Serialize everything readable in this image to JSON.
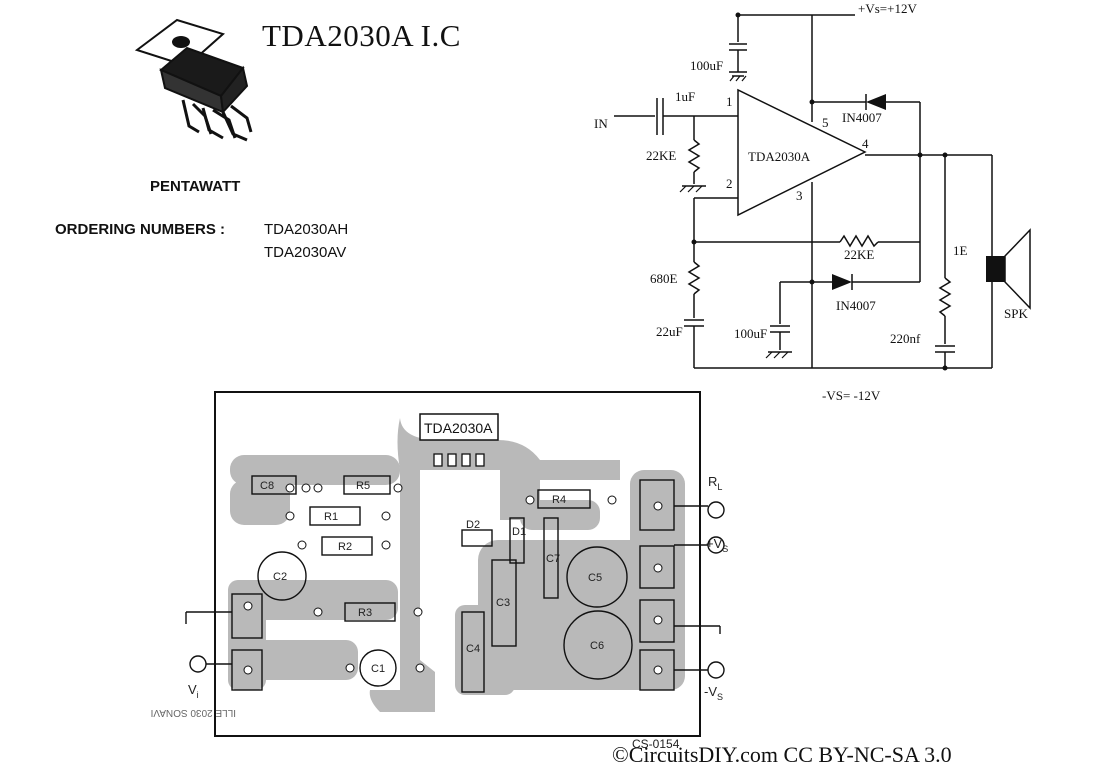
{
  "header": {
    "title": "TDA2030A I.C",
    "package_label": "PENTAWATT",
    "ordering_label": "ORDERING NUMBERS :",
    "ordering_numbers": [
      "TDA2030AH",
      "TDA2030AV"
    ]
  },
  "schematic": {
    "supply_pos": "+Vs=+12V",
    "supply_neg": "-VS= -12V",
    "input": "IN",
    "ic": "TDA2030A",
    "pins": [
      "1",
      "2",
      "3",
      "4",
      "5"
    ],
    "components": {
      "c_top": "100uF",
      "c_in": "1uF",
      "r_in": "22KE",
      "d_top": "IN4007",
      "r_fb": "22KE",
      "d_bot": "IN4007",
      "r_gnd": "680E",
      "c_gnd": "22uF",
      "c_bot": "100uF",
      "r_zobel": "1E",
      "c_zobel": "220nf",
      "speaker": "SPK"
    }
  },
  "pcb": {
    "ic": "TDA2030A",
    "parts": [
      "C8",
      "R5",
      "R1",
      "R2",
      "R4",
      "D2",
      "D1",
      "C7",
      "C5",
      "C2",
      "R3",
      "C3",
      "C4",
      "C6",
      "C1"
    ],
    "terminals": [
      "R",
      "L",
      "+V",
      "S",
      "V",
      "i",
      "-V",
      "S"
    ],
    "mirror_text": "ILLE 2030 SONAVI",
    "board_code": "CS-0154"
  },
  "footer": {
    "credit": "©CircuitsDIY.com CC BY-NC-SA 3.0"
  }
}
